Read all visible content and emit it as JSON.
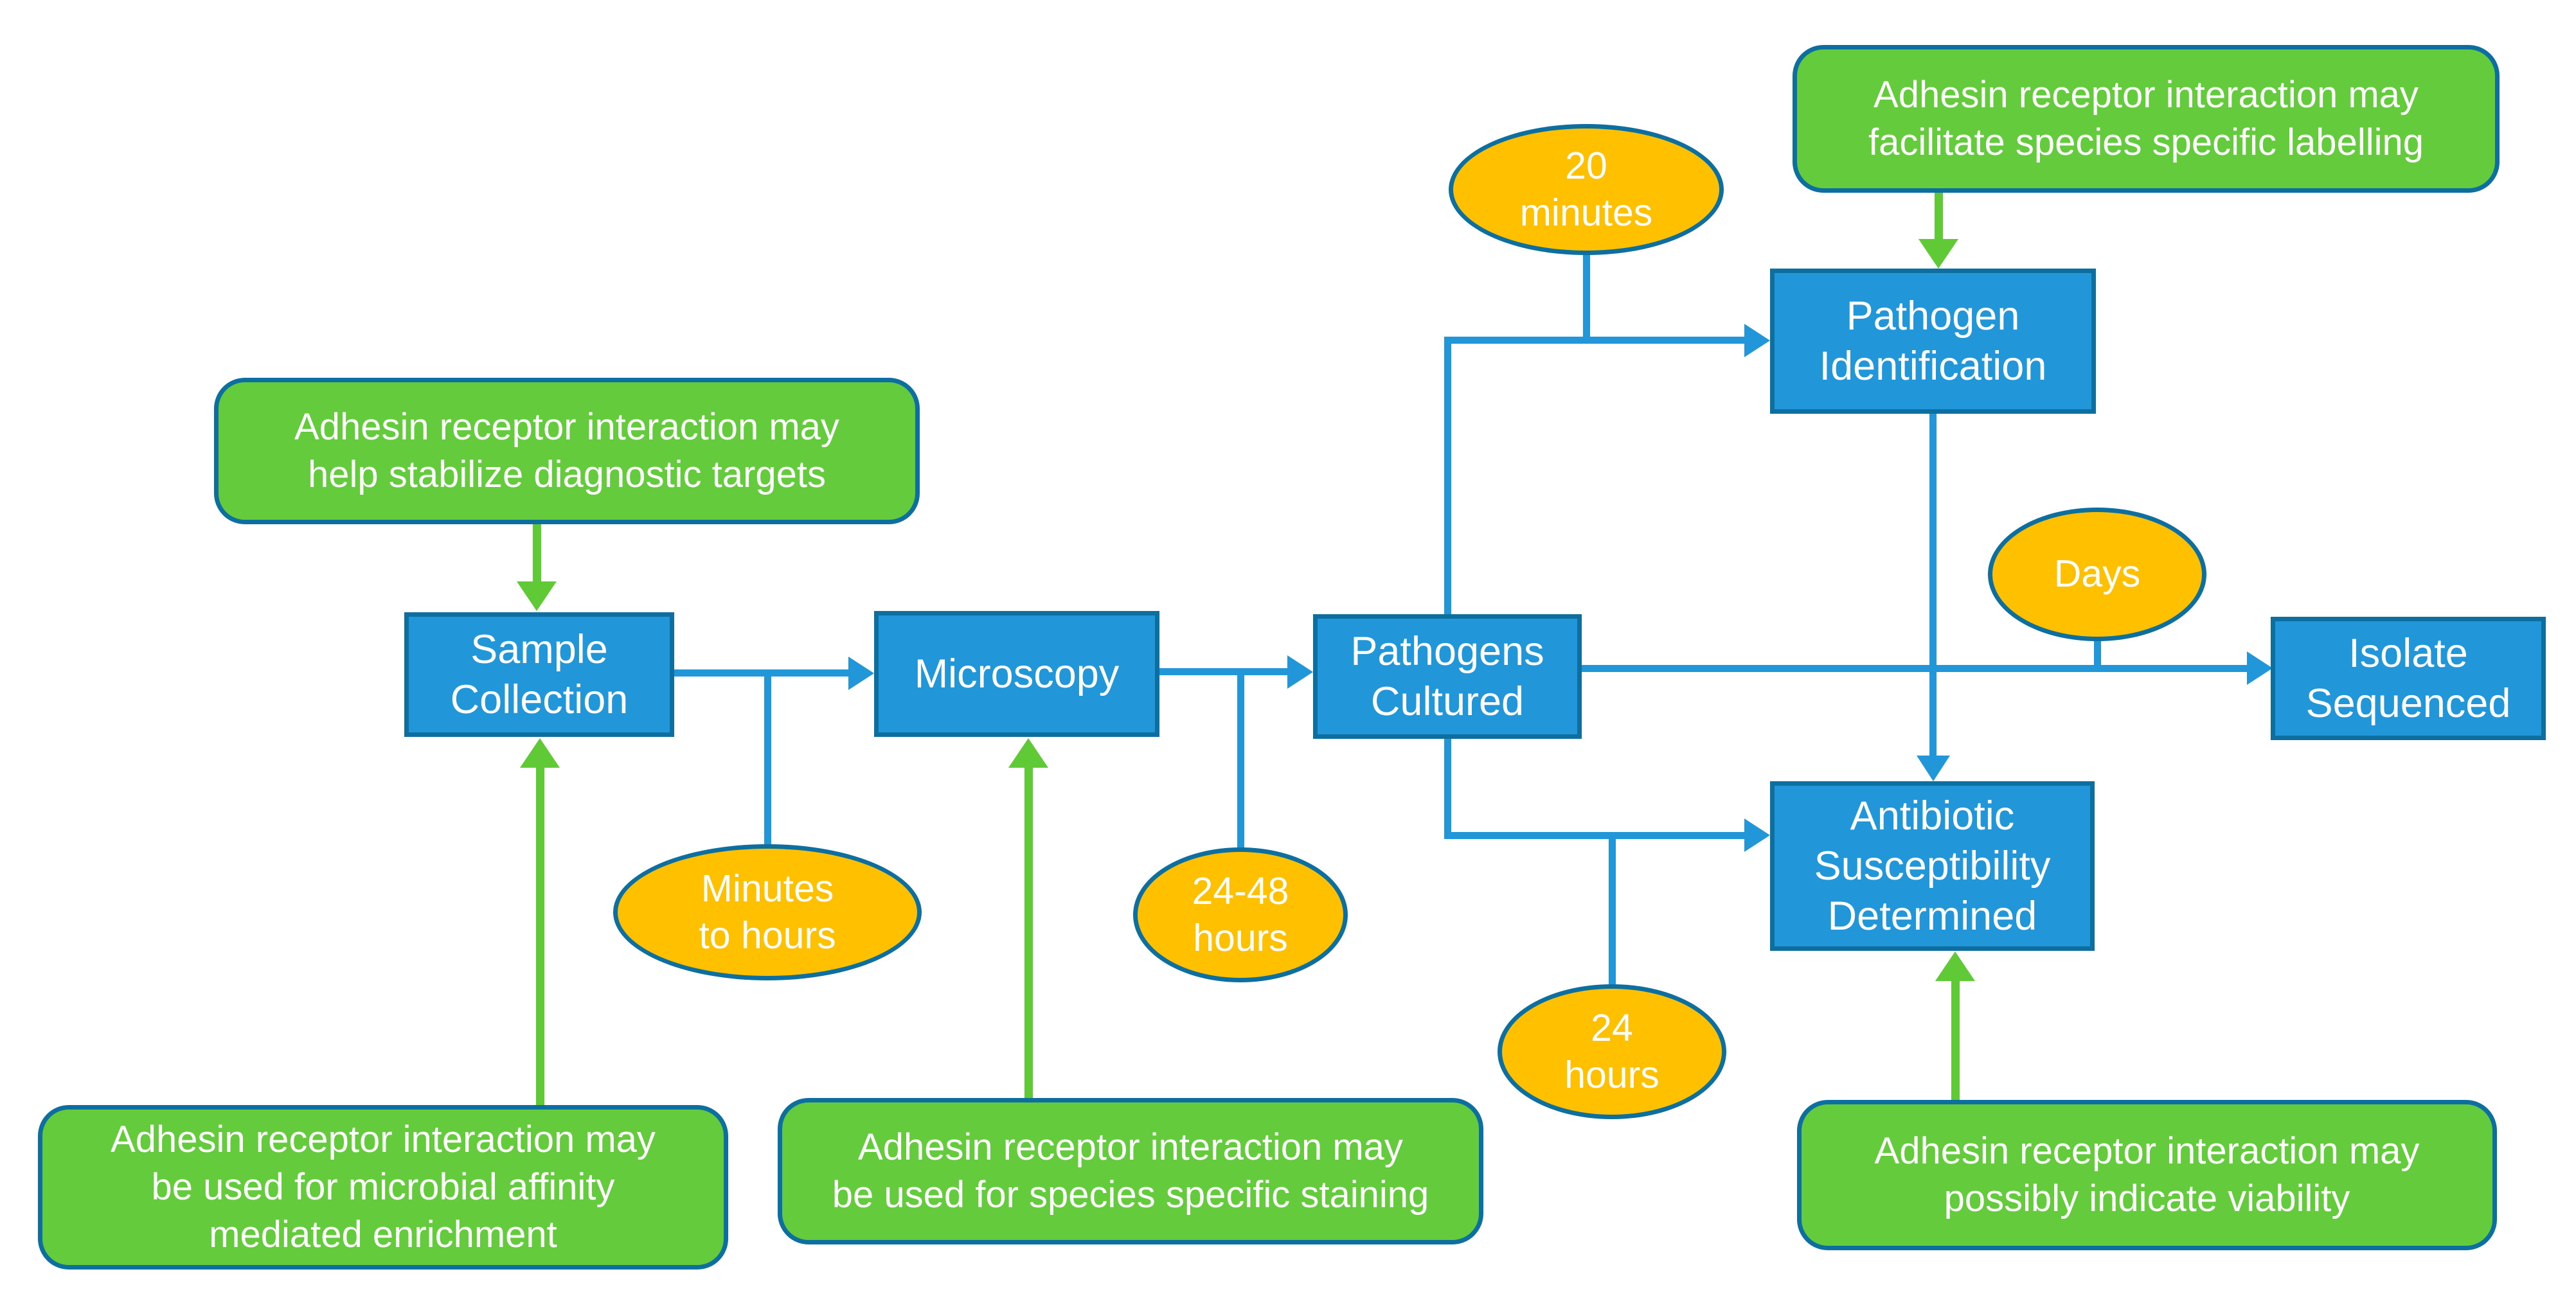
{
  "colors": {
    "background": "#ffffff",
    "node_fill": "#2196d8",
    "node_border": "#0d6fa0",
    "connector_blue": "#2196d8",
    "annotation_fill": "#63cb3c",
    "annotation_arrow": "#5fc936",
    "duration_fill": "#ffc000",
    "text": "#ffffff"
  },
  "nodes": {
    "sample_collection": {
      "label": "Sample\nCollection"
    },
    "microscopy": {
      "label": "Microscopy"
    },
    "pathogens_cultured": {
      "label": "Pathogens\nCultured"
    },
    "pathogen_identification": {
      "label": "Pathogen\nIdentification"
    },
    "isolate_sequenced": {
      "label": "Isolate\nSequenced"
    },
    "antibiotic_susceptibility": {
      "label": "Antibiotic\nSusceptibility\nDetermined"
    }
  },
  "annotations": {
    "top_right": {
      "label": "Adhesin receptor interaction may\nfacilitate species specific labelling"
    },
    "left": {
      "label": "Adhesin receptor interaction may\nhelp stabilize diagnostic targets"
    },
    "bottom_left": {
      "label": "Adhesin receptor interaction may\nbe used for microbial affinity\nmediated enrichment"
    },
    "bottom_middle": {
      "label": "Adhesin receptor interaction may\nbe used for species specific staining"
    },
    "bottom_right": {
      "label": "Adhesin receptor interaction may\npossibly indicate viability"
    }
  },
  "durations": {
    "twenty_minutes": {
      "label": "20\nminutes"
    },
    "minutes_to_hours": {
      "label": "Minutes\nto hours"
    },
    "hours_24_48": {
      "label": "24-48\nhours"
    },
    "days": {
      "label": "Days"
    },
    "hours_24": {
      "label": "24\nhours"
    }
  },
  "edges": [
    {
      "from": "Sample Collection",
      "to": "Microscopy",
      "duration": "Minutes to hours"
    },
    {
      "from": "Microscopy",
      "to": "Pathogens Cultured",
      "duration": "24-48 hours"
    },
    {
      "from": "Pathogens Cultured",
      "to": "Pathogen Identification",
      "duration": "20 minutes"
    },
    {
      "from": "Pathogens Cultured",
      "to": "Isolate Sequenced",
      "duration": "Days"
    },
    {
      "from": "Pathogens Cultured",
      "to": "Antibiotic Susceptibility Determined",
      "duration": "24 hours"
    },
    {
      "from": "Pathogen Identification",
      "to": "Antibiotic Susceptibility Determined",
      "duration": ""
    },
    {
      "from": "Adhesin receptor interaction may help stabilize diagnostic targets",
      "to": "Sample Collection",
      "duration": ""
    },
    {
      "from": "Adhesin receptor interaction may be used for microbial affinity mediated enrichment",
      "to": "Sample Collection",
      "duration": ""
    },
    {
      "from": "Adhesin receptor interaction may be used for species specific staining",
      "to": "Microscopy",
      "duration": ""
    },
    {
      "from": "Adhesin receptor interaction may facilitate species specific labelling",
      "to": "Pathogen Identification",
      "duration": ""
    },
    {
      "from": "Adhesin receptor interaction may possibly indicate viability",
      "to": "Antibiotic Susceptibility Determined",
      "duration": ""
    }
  ]
}
